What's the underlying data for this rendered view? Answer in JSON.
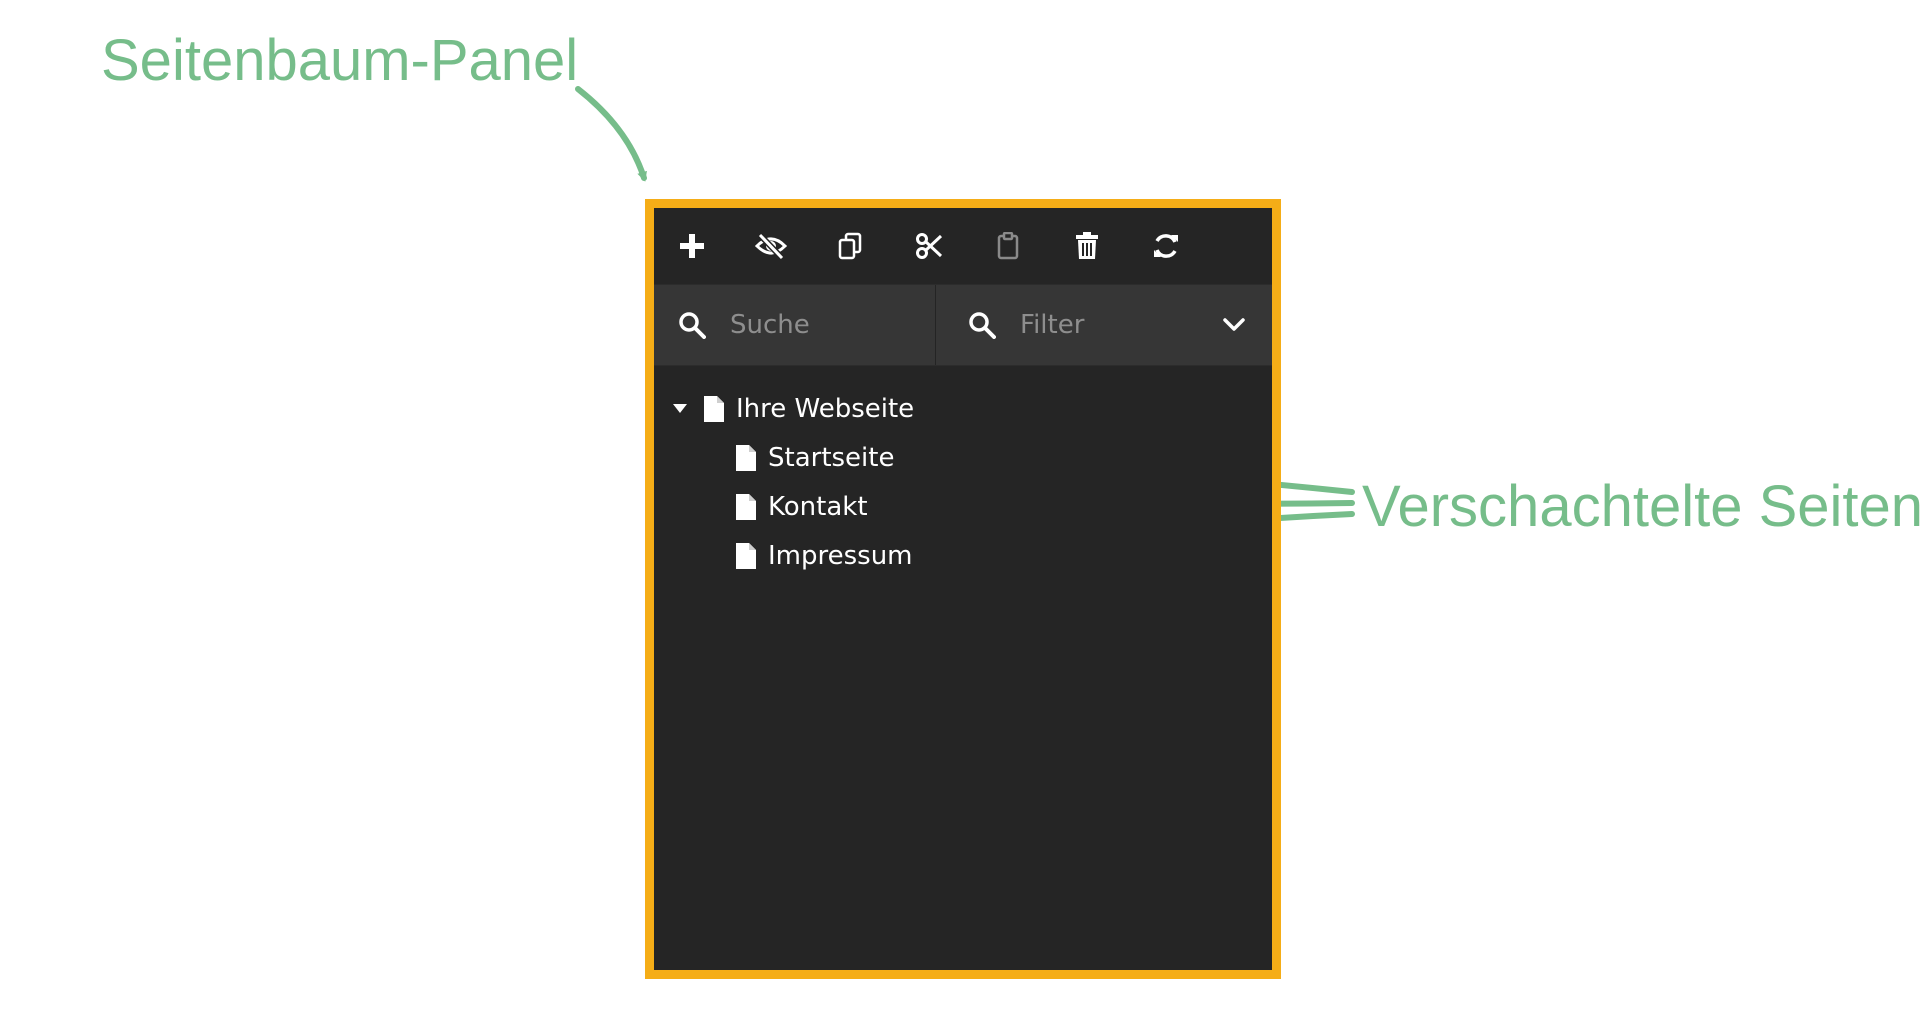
{
  "annotations": {
    "panel_label": "Seitenbaum-Panel",
    "nested_label": "Verschachtelte Seiten",
    "color": "#76bd8a"
  },
  "panel": {
    "border_color": "#f5ad17",
    "background": "#252525",
    "toolbar": {
      "buttons": [
        {
          "icon": "plus-icon"
        },
        {
          "icon": "eye-slash-icon"
        },
        {
          "icon": "copy-icon"
        },
        {
          "icon": "scissors-icon"
        },
        {
          "icon": "clipboard-icon"
        },
        {
          "icon": "trash-icon"
        },
        {
          "icon": "refresh-icon"
        }
      ]
    },
    "search": {
      "placeholder": "Suche"
    },
    "filter": {
      "placeholder": "Filter"
    },
    "tree": {
      "root": {
        "label": "Ihre Webseite",
        "expanded": true
      },
      "children": [
        {
          "label": "Startseite"
        },
        {
          "label": "Kontakt"
        },
        {
          "label": "Impressum"
        }
      ]
    }
  }
}
